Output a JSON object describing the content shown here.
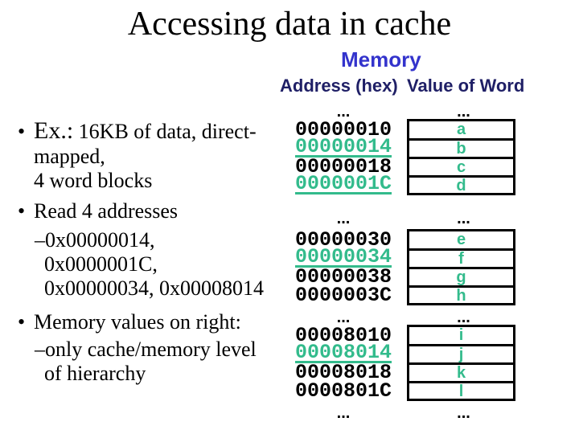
{
  "title": "Accessing data in cache",
  "left": {
    "bullet_char": "•",
    "dash_char": "–",
    "lines": [
      {
        "type": "bullet",
        "lead": "Ex.:",
        "rest": " 16KB of data, direct-"
      },
      {
        "type": "cont",
        "text": "mapped,"
      },
      {
        "type": "cont",
        "text": "4 word blocks"
      },
      {
        "type": "bullet",
        "text": "Read 4 addresses"
      },
      {
        "type": "dash",
        "text": "0x00000014,"
      },
      {
        "type": "dashcont",
        "text": "0x0000001C,"
      },
      {
        "type": "dashcont",
        "text": "0x00000034, 0x00008014"
      },
      {
        "type": "bullet",
        "text": "Memory values on right:"
      },
      {
        "type": "dash",
        "text": "only cache/memory level"
      },
      {
        "type": "dashcont",
        "text": "of hierarchy"
      }
    ]
  },
  "memory": {
    "label": "Memory",
    "col_address": "Address (hex)",
    "col_value": "Value of Word",
    "ellipsis": "...",
    "blocks": [
      {
        "rows": [
          {
            "addr": "00000010",
            "value": "a",
            "highlight": false
          },
          {
            "addr": "00000014",
            "value": "b",
            "highlight": true
          },
          {
            "addr": "00000018",
            "value": "c",
            "highlight": false
          },
          {
            "addr": "0000001C",
            "value": "d",
            "highlight": true
          }
        ]
      },
      {
        "rows": [
          {
            "addr": "00000030",
            "value": "e",
            "highlight": false
          },
          {
            "addr": "00000034",
            "value": "f",
            "highlight": true
          },
          {
            "addr": "00000038",
            "value": "g",
            "highlight": false
          },
          {
            "addr": "0000003C",
            "value": "h",
            "highlight": false
          }
        ]
      },
      {
        "rows": [
          {
            "addr": "00008010",
            "value": "i",
            "highlight": false
          },
          {
            "addr": "00008014",
            "value": "j",
            "highlight": true
          },
          {
            "addr": "00008018",
            "value": "k",
            "highlight": false
          },
          {
            "addr": "0000801C",
            "value": "l",
            "highlight": false
          }
        ]
      }
    ]
  },
  "colors": {
    "accent_teal": "#33bb8c",
    "memory_label_blue": "#3333cc",
    "header_navy": "#1f1f66"
  }
}
